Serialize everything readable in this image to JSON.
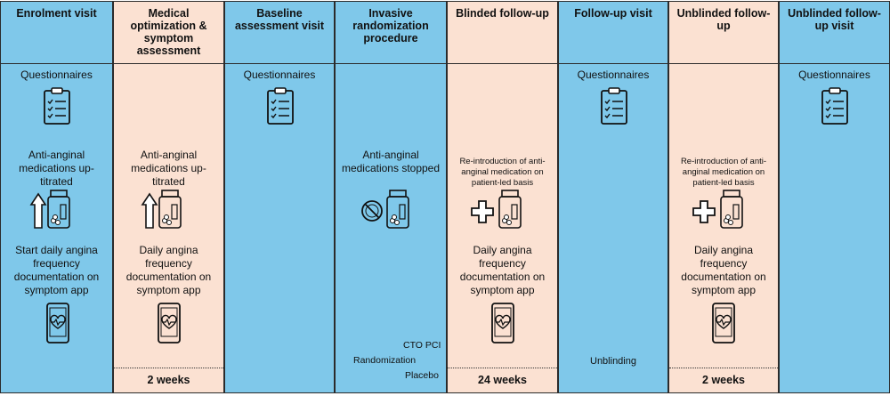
{
  "columns": [
    {
      "header": "Enrolment visit",
      "questionnaires": "Questionnaires",
      "medication": "Anti-anginal medications up-titrated",
      "symptom": "Start daily angina frequency documentation on symptom app"
    },
    {
      "header": "Medical optimization & symptom assessment",
      "medication": "Anti-anginal medications up-titrated",
      "symptom": "Daily angina frequency documentation on symptom app",
      "duration": "2 weeks"
    },
    {
      "header": "Baseline assessment visit",
      "questionnaires": "Questionnaires"
    },
    {
      "header": "Invasive randomization procedure",
      "medication": "Anti-anginal medications stopped",
      "arm_a": "CTO PCI",
      "randomization": "Randomization",
      "arm_b": "Placebo"
    },
    {
      "header": "Blinded follow-up",
      "medication": "Re-introduction of anti-anginal medication on patient-led basis",
      "symptom": "Daily angina frequency documentation on symptom app",
      "duration": "24 weeks"
    },
    {
      "header": "Follow-up visit",
      "questionnaires": "Questionnaires",
      "unblinding": "Unblinding"
    },
    {
      "header": "Unblinded follow-up",
      "medication": "Re-introduction of anti-anginal medication on patient-led basis",
      "symptom": "Daily angina frequency documentation on symptom app",
      "duration": "2 weeks"
    },
    {
      "header": "Unblinded follow-up visit",
      "questionnaires": "Questionnaires"
    }
  ],
  "colors": {
    "visit": "#7fc8ea",
    "period": "#fbe1d2",
    "border": "#2b2b2b"
  },
  "icons": [
    "clipboard-checklist-icon",
    "pill-bottle-up-arrow-icon",
    "pill-bottle-stop-icon",
    "pill-bottle-plus-icon",
    "smartphone-heart-icon"
  ]
}
